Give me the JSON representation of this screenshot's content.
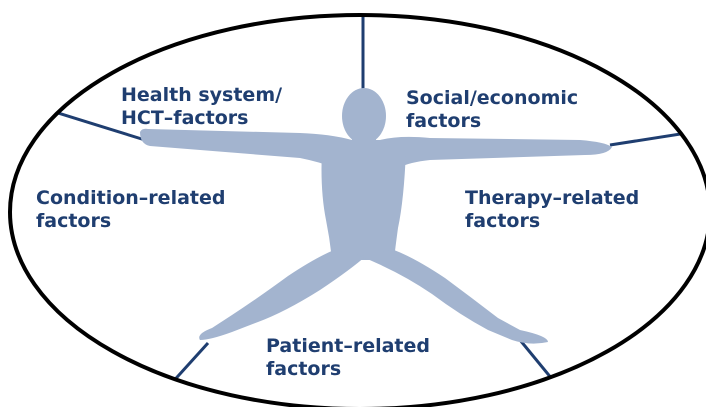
{
  "diagram": {
    "colors": {
      "background": "#ffffff",
      "outline": "#000000",
      "divider": "#1f3e70",
      "figure": "#a3b4cf",
      "text": "#1f3e70"
    },
    "figure_icon": "human-figure-icon",
    "segments": [
      {
        "id": "health",
        "line1": "Health system/",
        "line2": "HCT–factors"
      },
      {
        "id": "social",
        "line1": "Social/economic",
        "line2": "factors"
      },
      {
        "id": "condition",
        "line1": "Condition–related",
        "line2": "factors"
      },
      {
        "id": "therapy",
        "line1": "Therapy–related",
        "line2": "factors"
      },
      {
        "id": "patient",
        "line1": "Patient–related",
        "line2": "factors"
      }
    ]
  }
}
